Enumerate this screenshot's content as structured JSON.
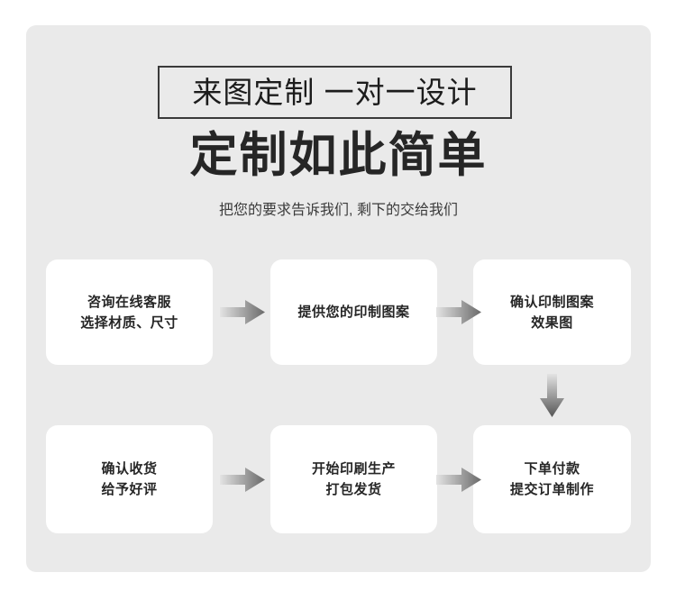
{
  "colors": {
    "panel_bg": "#eaeaea",
    "card_bg": "#ffffff",
    "text_dark": "#262626",
    "border_dark": "#3a3a3a",
    "arrow_light": "#e3e3e3",
    "arrow_dark": "#6a6a6a"
  },
  "header": {
    "badge_text": "来图定制 一对一设计",
    "title": "定制如此简单",
    "subtitle": "把您的要求告诉我们, 剩下的交给我们"
  },
  "flow": {
    "steps": [
      {
        "id": "consult",
        "text": "咨询在线客服\n选择材质、尺寸"
      },
      {
        "id": "artwork",
        "text": "提供您的印制图案"
      },
      {
        "id": "proof",
        "text": "确认印制图案\n效果图"
      },
      {
        "id": "receive",
        "text": "确认收货\n给予好评"
      },
      {
        "id": "print",
        "text": "开始印刷生产\n打包发货"
      },
      {
        "id": "pay",
        "text": "下单付款\n提交订单制作"
      }
    ],
    "connectors": [
      {
        "id": "arrow-consult-to-artwork",
        "icon": "arrow-right-icon"
      },
      {
        "id": "arrow-artwork-to-proof",
        "icon": "arrow-right-icon"
      },
      {
        "id": "arrow-proof-to-pay",
        "icon": "arrow-down-icon"
      },
      {
        "id": "arrow-print-to-pay",
        "icon": "arrow-right-icon"
      },
      {
        "id": "arrow-receive-to-print",
        "icon": "arrow-right-icon"
      }
    ]
  }
}
